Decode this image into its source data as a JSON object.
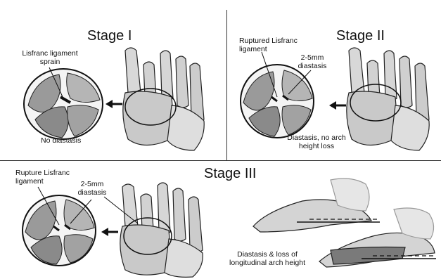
{
  "stage1": {
    "title": "Stage I",
    "label_ligament": "Lisfranc ligament sprain",
    "label_diastasis": "No diastasis"
  },
  "stage2": {
    "title": "Stage II",
    "label_ligament": "Ruptured Lisfranc ligament",
    "label_gap": "2-5mm diastasis",
    "label_diastasis": "Diastasis, no arch height loss"
  },
  "stage3": {
    "title": "Stage III",
    "label_ligament": "Rupture Lisfranc ligament",
    "label_gap": "2-5mm diastasis",
    "label_diastasis": "Diastasis & loss of longitudinal arch height"
  }
}
